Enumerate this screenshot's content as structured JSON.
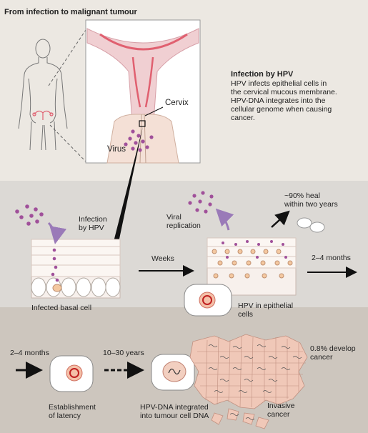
{
  "title": "From infection to malignant tumour",
  "infection_box": {
    "heading": "Infection by HPV",
    "body": "HPV infects epithelial cells in\nthe cervical mucous membrane.\nHPV-DNA integrates into the\ncellular genome when causing\ncancer."
  },
  "anatomy": {
    "cervix": "Cervix",
    "virus": "Virus"
  },
  "middle": {
    "infection_label": "Infection\nby HPV",
    "infected_basal": "Infected basal cell",
    "weeks": "Weeks",
    "viral_replication": "Viral\nreplication",
    "heal": "~90% heal\nwithin two years",
    "hpv_epithelial": "HPV in epithelial\ncells",
    "months_right": "2–4 months"
  },
  "bottom": {
    "months_left": "2–4 months",
    "years": "10–30 years",
    "develop": "0.8% develop\ncancer",
    "latency": "Establishment\nof latency",
    "integrated": "HPV-DNA integrated\ninto tumour cell DNA",
    "invasive": "Invasive\ncancer"
  },
  "colors": {
    "virus": "#a0509a",
    "cell_fill": "#f5ede8",
    "nucleus": "#e8a07a",
    "tumour": "#f0c8b8",
    "uterus_line": "#e06070"
  }
}
